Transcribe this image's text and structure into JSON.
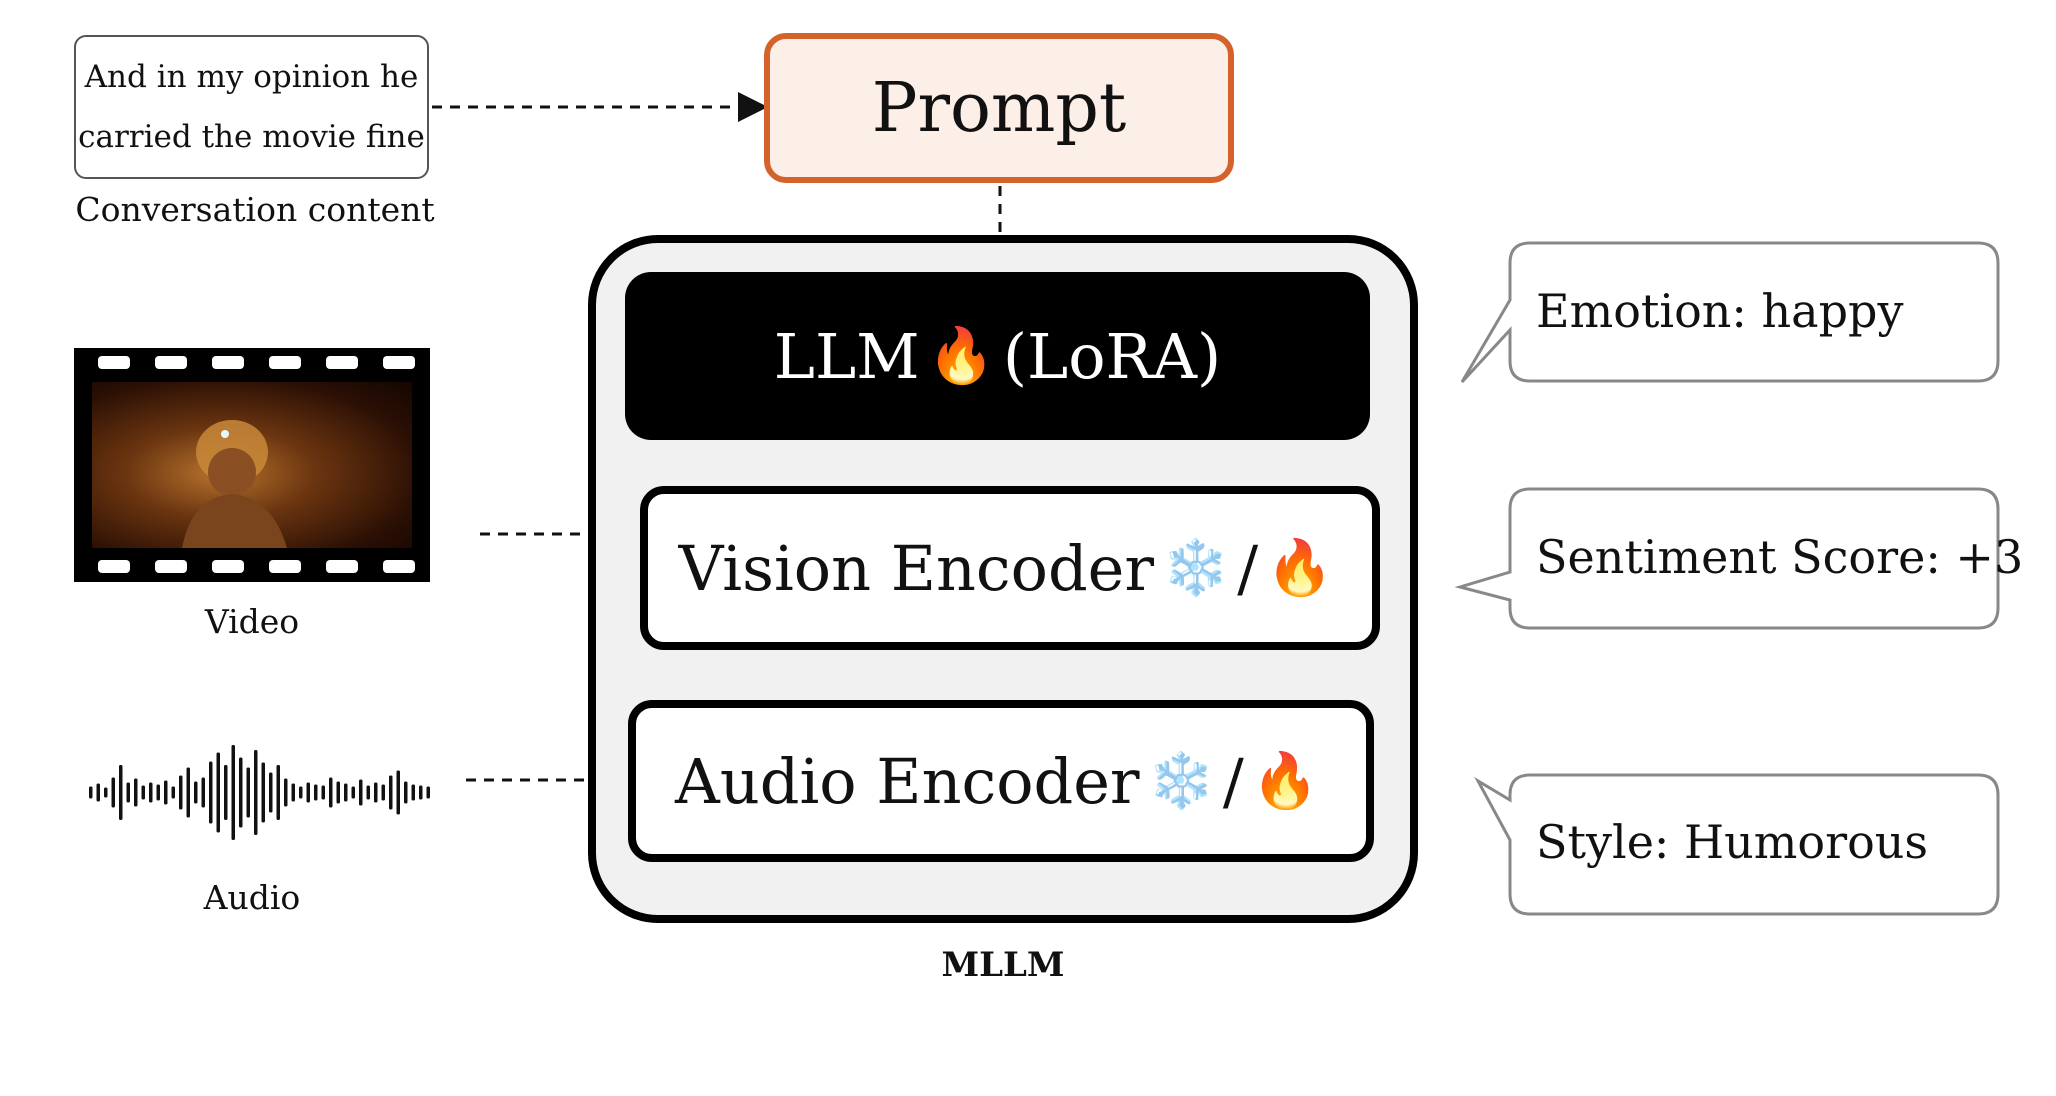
{
  "conversation": {
    "line1": "And in my opinion he",
    "line2": "carried the movie fine",
    "label": "Conversation content"
  },
  "prompt": {
    "label": "Prompt"
  },
  "mllm": {
    "label": "MLLM",
    "llm": {
      "text_left": "LLM",
      "icon": "fire-icon",
      "text_right": "(LoRA)"
    },
    "vision_encoder": {
      "text": "Vision Encoder",
      "icons": [
        "snowflake-icon",
        "fire-icon"
      ],
      "separator": "/"
    },
    "audio_encoder": {
      "text": "Audio Encoder",
      "icons": [
        "snowflake-icon",
        "fire-icon"
      ],
      "separator": "/"
    }
  },
  "inputs": {
    "video_label": "Video",
    "audio_label": "Audio"
  },
  "outputs": [
    {
      "text": "Emotion: happy"
    },
    {
      "text": "Sentiment Score: +3"
    },
    {
      "text": "Style: Humorous"
    }
  ],
  "colors": {
    "prompt_border": "#d4622a",
    "prompt_fill": "#fcefe8",
    "mllm_fill": "#f1f1f1"
  }
}
